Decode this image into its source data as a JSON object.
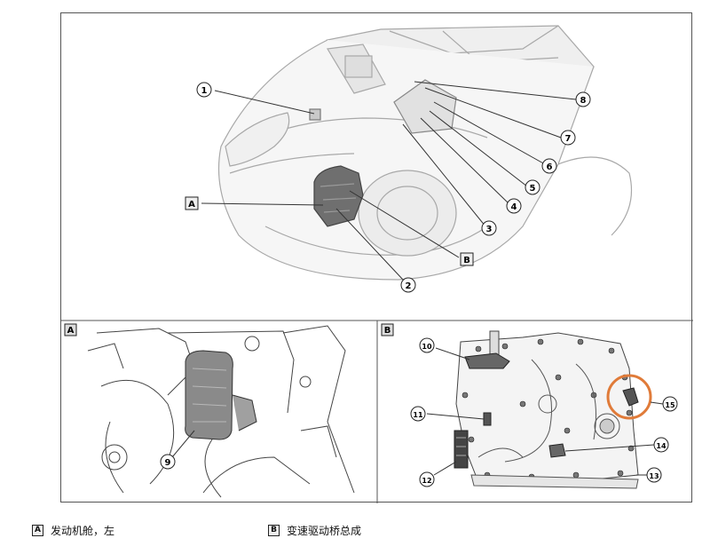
{
  "main_callouts": [
    {
      "id": "c1",
      "label": "1"
    },
    {
      "id": "c2",
      "label": "2"
    },
    {
      "id": "c3",
      "label": "3"
    },
    {
      "id": "c4",
      "label": "4"
    },
    {
      "id": "c5",
      "label": "5"
    },
    {
      "id": "c6",
      "label": "6"
    },
    {
      "id": "c7",
      "label": "7"
    },
    {
      "id": "c8",
      "label": "8"
    }
  ],
  "main_boxes": {
    "a": "A",
    "b": "B"
  },
  "panel_a": {
    "label": "A",
    "callout": "9"
  },
  "panel_b": {
    "label": "B",
    "callouts": [
      "10",
      "11",
      "12",
      "13",
      "14",
      "15"
    ]
  },
  "legend": [
    {
      "key": "A",
      "text": "发动机舱，左"
    },
    {
      "key": "B",
      "text": "变速驱动桥总成"
    }
  ],
  "colors": {
    "highlight_circle": "#e07b39",
    "line": "#333333",
    "car_outline": "#9a9a9a"
  }
}
